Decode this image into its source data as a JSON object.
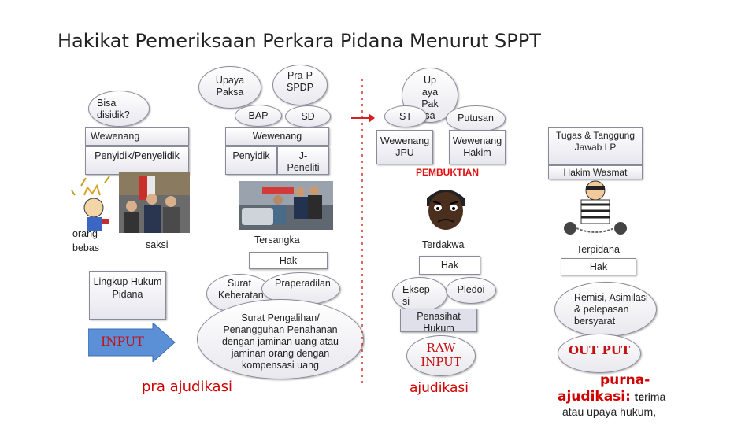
{
  "title": "Hakikat Pemeriksaan Perkara Pidana Menurut SPPT",
  "col1": {
    "bisa_disidik": "Bisa disidik?",
    "wewenang": "Wewenang",
    "penyidik": "Penyidik/Penyelidik",
    "orang_bebas": "orang bebas",
    "saksi": "saksi",
    "lingkup": "Lingkup Hukum Pidana",
    "input": "INPUT"
  },
  "col2": {
    "upaya_paksa": "Upaya Paksa",
    "pra_p": "Pra-P SPDP",
    "bap": "BAP",
    "sd": "SD",
    "wewenang": "Wewenang",
    "penyidik": "Penyidik",
    "j_peneliti": "J-Peneliti",
    "tersangka": "Tersangka",
    "hak": "Hak",
    "surat_keberatan": "Surat Keberatan",
    "praperadilan": "Praperadilan",
    "surat_pengalihan": "Surat Pengalihan/ Penangguhan Penahanan dengan jaminan uang atau jaminan orang dengan kompensasi uang",
    "pra_ajudikasi": "pra ajudikasi"
  },
  "col3": {
    "upaya_paksa": "Upaya Paksa",
    "st": "ST",
    "putusan": "Putusan",
    "wewenang_jpu": "Wewenang JPU",
    "wewenang_hakim": "Wewenang Hakim",
    "pembuktian": "PEMBUKTIAN",
    "terdakwa": "Terdakwa",
    "hak": "Hak",
    "eksepsi": "Eksepsi",
    "pledoi": "Pledoi",
    "penasihat": "Penasihat Hukum",
    "raw_input": "RAW INPUT",
    "ajudikasi": "ajudikasi"
  },
  "col4": {
    "tugas": "Tugas & Tanggung Jawab LP",
    "hakim_wasmat": "Hakim Wasmat",
    "terpidana": "Terpidana",
    "hak": "Hak",
    "remisi": "Remisi, Asimilasi & pelepasan bersyarat",
    "output": "OUT PUT",
    "purna": "purna-",
    "ajudikasi": "ajudikasi:",
    "terima_bold": "te",
    "terima_rest": "rima",
    "upaya_hukum": "atau upaya hukum,"
  },
  "colors": {
    "accent_red": "#e01010",
    "arrow_blue": "#5b8fd6"
  }
}
